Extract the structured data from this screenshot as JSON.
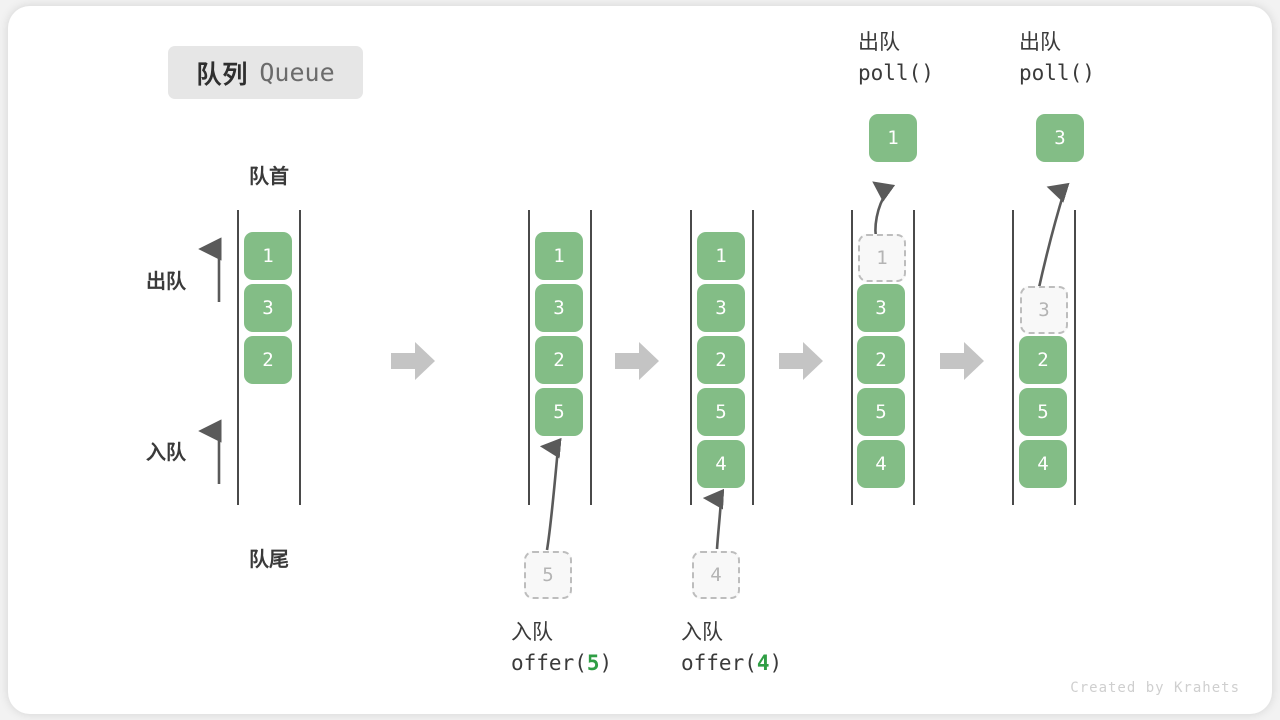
{
  "title": {
    "cn": "队列",
    "en": "Queue"
  },
  "labels": {
    "head": "队首",
    "tail": "队尾",
    "dequeue": "出队",
    "enqueue": "入队"
  },
  "colors": {
    "box_fill": "#83bd86",
    "box_text": "#ffffff",
    "ghost_fill": "#f8f8f8",
    "ghost_border": "#bdbdbd",
    "ghost_text": "#b4b4b4",
    "rail": "#4a4a4a",
    "transition_arrow": "#c4c4c4",
    "curve_arrow": "#5a5a5a",
    "highlight": "#2f9e44",
    "badge_bg": "#e6e6e6",
    "text": "#3a3a3a",
    "watermark": "#cfcfcf"
  },
  "stages": [
    {
      "id": "initial",
      "items": [
        "1",
        "3",
        "2"
      ],
      "side_arrows": [
        {
          "label": "出队",
          "direction": "up"
        },
        {
          "label": "入队",
          "direction": "up"
        }
      ]
    },
    {
      "id": "after-offer-5",
      "items": [
        "1",
        "3",
        "2",
        "5"
      ],
      "incoming": "5",
      "op_cn": "入队",
      "op_code_prefix": "offer(",
      "op_code_value": "5",
      "op_code_suffix": ")"
    },
    {
      "id": "after-offer-4",
      "items": [
        "1",
        "3",
        "2",
        "5",
        "4"
      ],
      "incoming": "4",
      "op_cn": "入队",
      "op_code_prefix": "offer(",
      "op_code_value": "4",
      "op_code_suffix": ")"
    },
    {
      "id": "after-poll-1",
      "items": [
        "1",
        "3",
        "2",
        "5",
        "4"
      ],
      "removed": "1",
      "removed_index": 0,
      "popped": "1",
      "op_cn": "出队",
      "op_code": "poll()"
    },
    {
      "id": "after-poll-3",
      "items": [
        "3",
        "2",
        "5",
        "4"
      ],
      "removed": "3",
      "removed_index": 0,
      "popped": "3",
      "op_cn": "出队",
      "op_code": "poll()"
    }
  ],
  "watermark": "Created by Krahets"
}
